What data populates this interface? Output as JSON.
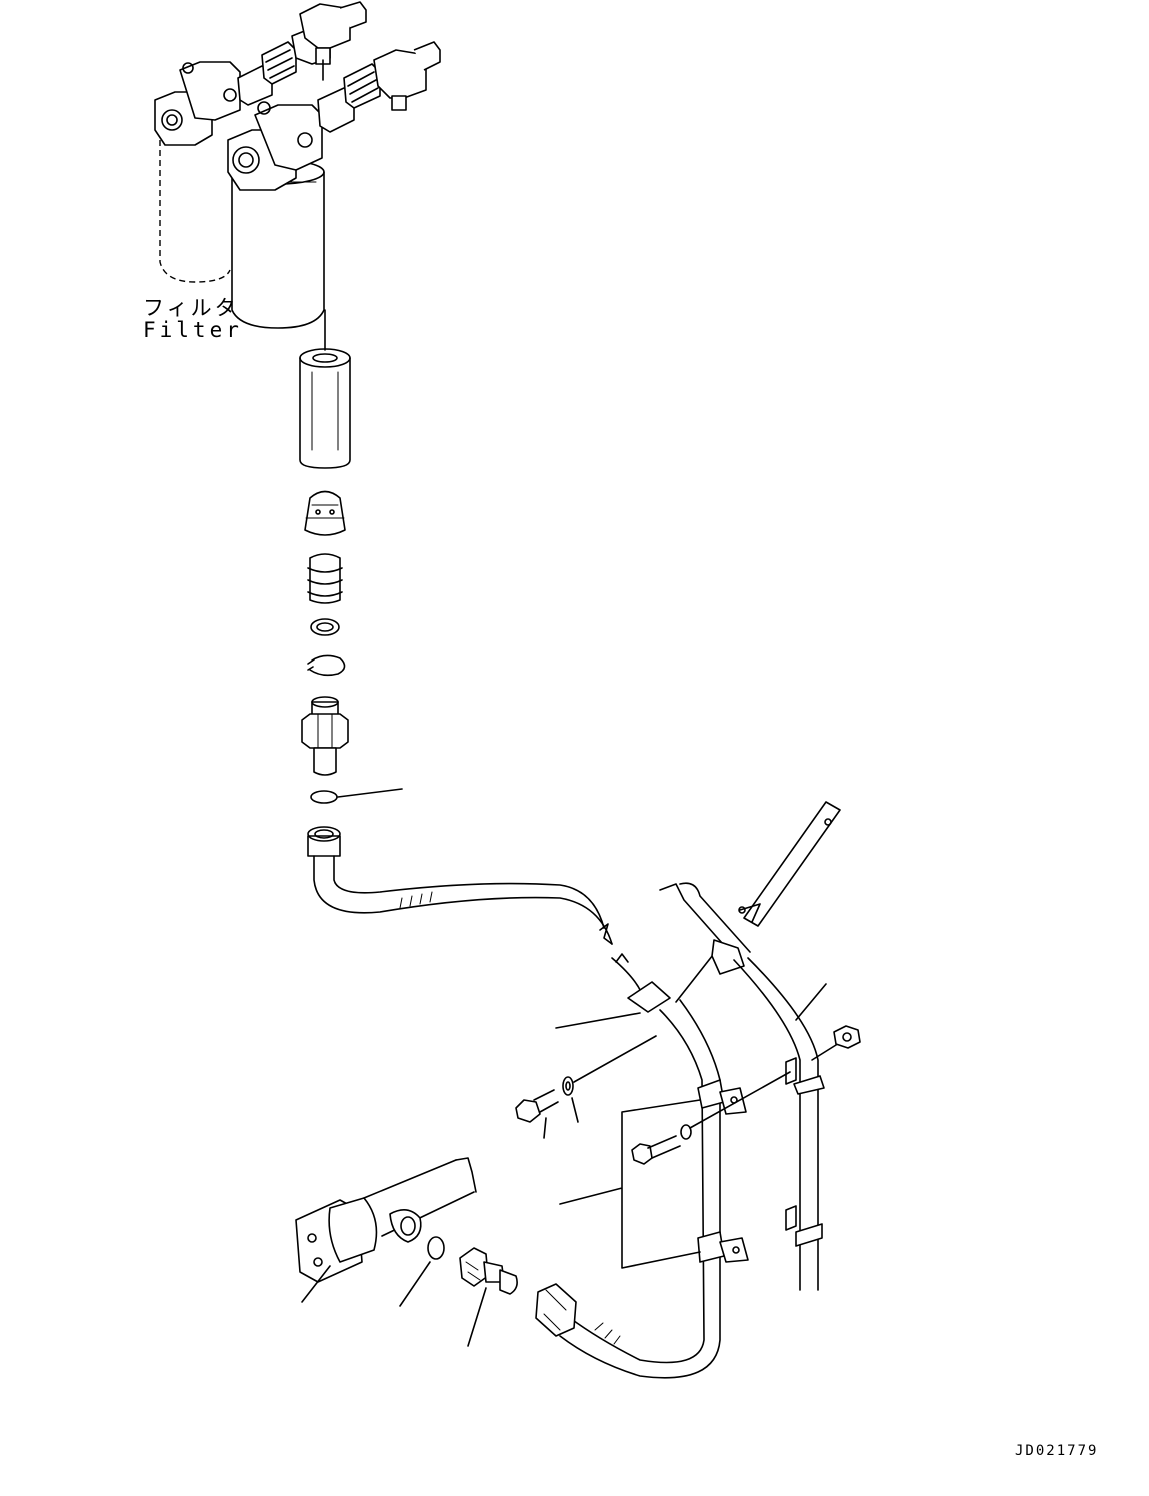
{
  "labels": {
    "filter_jp": "フィルタ",
    "filter_en": "Filter"
  },
  "drawing_code": "JD021779",
  "colors": {
    "line": "#000000",
    "background": "#ffffff"
  }
}
